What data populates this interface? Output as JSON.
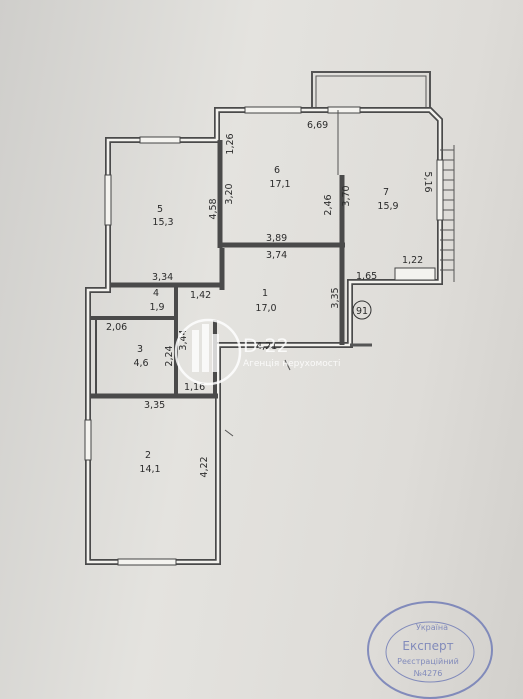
{
  "rooms": [
    {
      "num": "1",
      "area": "17,0"
    },
    {
      "num": "2",
      "area": "14,1"
    },
    {
      "num": "3",
      "area": "4,6"
    },
    {
      "num": "4",
      "area": "1,9"
    },
    {
      "num": "5",
      "area": "15,3"
    },
    {
      "num": "6",
      "area": "17,1"
    },
    {
      "num": "7",
      "area": "15,9"
    }
  ],
  "dimensions": {
    "d_1_26": "1,26",
    "d_6_69": "6,69",
    "d_5_16": "5,16",
    "d_3_20": "3,20",
    "d_4_58": "4,58",
    "d_2_46": "2,46",
    "d_3_70": "3,70",
    "d_3_89": "3,89",
    "d_3_74": "3,74",
    "d_1_65": "1,65",
    "d_1_22": "1,22",
    "d_3_34": "3,34",
    "d_1_42": "1,42",
    "d_3_35_a": "3,35",
    "d_2_06": "2,06",
    "d_3_44": "3,44",
    "d_4_21": "4,21",
    "d_2_24": "2,24",
    "d_1_16": "1,16",
    "d_3_35_b": "3,35",
    "d_4_22": "4,22"
  },
  "marker": "91",
  "watermark": {
    "logo": "D-22",
    "tagline": "Агенція нерухомості"
  },
  "stamp": {
    "line1": "Україна",
    "line2": "Експерт",
    "line3": "Реєстраційний",
    "line4": "№4276"
  }
}
